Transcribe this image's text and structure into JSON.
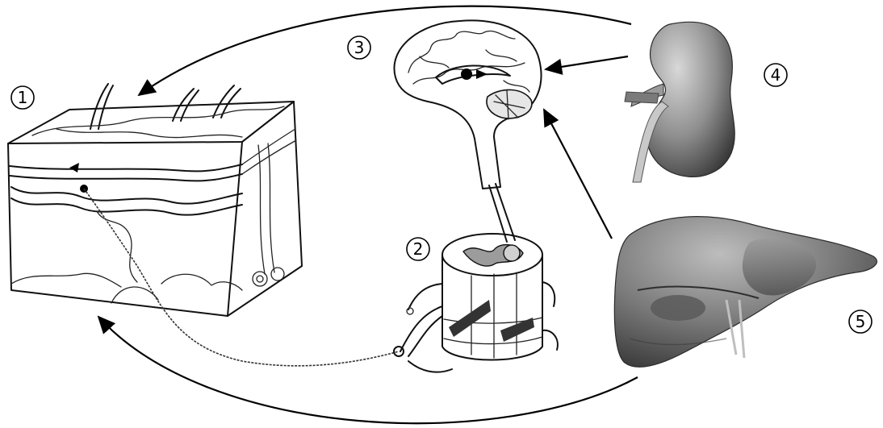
{
  "diagram": {
    "markers": [
      {
        "id": "skin",
        "label": "1"
      },
      {
        "id": "spinal-cord",
        "label": "2"
      },
      {
        "id": "brain",
        "label": "3"
      },
      {
        "id": "kidney",
        "label": "4"
      },
      {
        "id": "liver",
        "label": "5"
      }
    ],
    "icons": {
      "skin": "skin-cross-section-icon",
      "spinal-cord": "spinal-cord-segment-icon",
      "brain": "brain-sagittal-icon",
      "kidney": "kidney-icon",
      "liver": "liver-icon"
    },
    "colors": {
      "ink": "#111111",
      "organ_dark": "#3f3f3f",
      "organ_mid": "#8a8a8a",
      "organ_light": "#d4d4d4",
      "background": "#ffffff"
    }
  }
}
